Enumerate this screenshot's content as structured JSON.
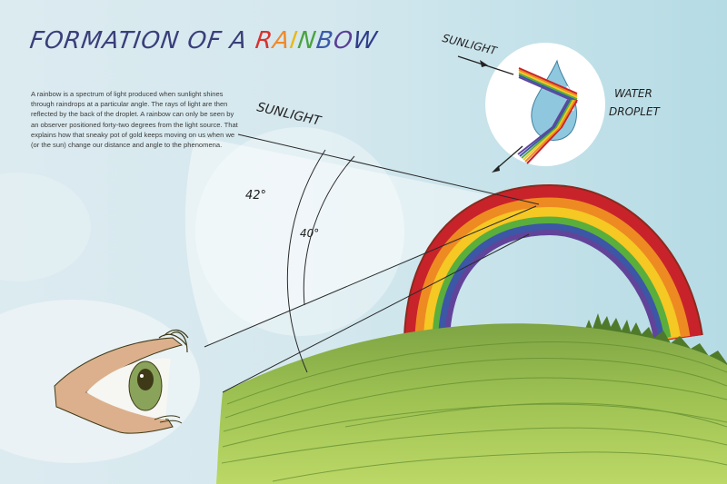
{
  "title": {
    "prefix": "FORMATION OF A ",
    "highlight_letters": [
      "R",
      "A",
      "I",
      "N",
      "B",
      "O",
      "W"
    ],
    "highlight_colors": [
      "#d8322e",
      "#ef8a2a",
      "#f2c41c",
      "#4aa33f",
      "#3d5aa8",
      "#5a3f95",
      "#2f3c8a"
    ],
    "prefix_color": "#3a3f7a"
  },
  "description": "A rainbow is a spectrum of light produced when sunlight shines through raindrops at a particular angle. The rays of light are then reflected by the back of the droplet. A rainbow can only be seen by an observer positioned forty-two degrees from the light source. That explains how that sneaky pot of gold keeps moving on us when we (or the sun) change our distance and angle to the phenomena.",
  "labels": {
    "sunlight_main": "SUNLIGHT",
    "angle_outer": "42°",
    "angle_inner": "40°",
    "sunlight_inset": "SUNLIGHT",
    "water_line1": "WATER",
    "water_line2": "DROPLET"
  },
  "colors": {
    "sky": "#bfe0e8",
    "sky_light": "#e8f1f4",
    "grass_dark": "#8db04a",
    "grass_light": "#b8d462",
    "grass_line": "#5e8a2e",
    "tree": "#4f7a2a",
    "rainbow": [
      "#c8232a",
      "#ee8a22",
      "#f5c823",
      "#5aae3c",
      "#3b57a6",
      "#61449a"
    ],
    "droplet": "#8fc8de",
    "skin": "#dcb08c",
    "iris": "#8aa35a"
  }
}
